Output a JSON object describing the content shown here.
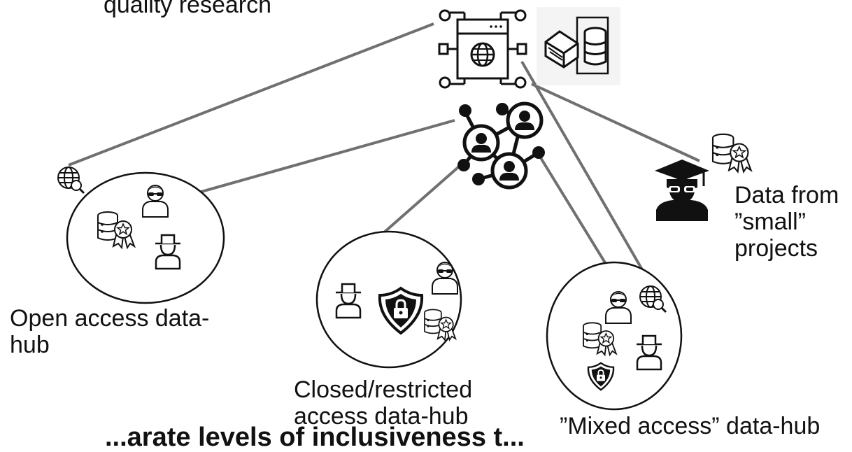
{
  "labels": {
    "top_fragment": "quality research",
    "open_hub": "Open access data-\nhub",
    "closed_hub": "Closed/restricted\naccess data-hub",
    "mixed_hub": "”Mixed access” data-hub",
    "small_projects": "Data from\n”small”\nprojects",
    "bottom_fragment": "...arate levels of inclusiveness t..."
  },
  "icons": {
    "central_platform": "web-platform-icon",
    "storage": "document-database-icon",
    "network": "people-network-icon",
    "researcher": "researcher-icon",
    "detective": "detective-icon",
    "certified_data": "certified-database-icon",
    "web_search": "globe-search-icon",
    "security": "shield-lock-icon",
    "graduate": "graduate-researcher-icon"
  },
  "colors": {
    "connector": "#707070",
    "stroke": "#111111"
  }
}
